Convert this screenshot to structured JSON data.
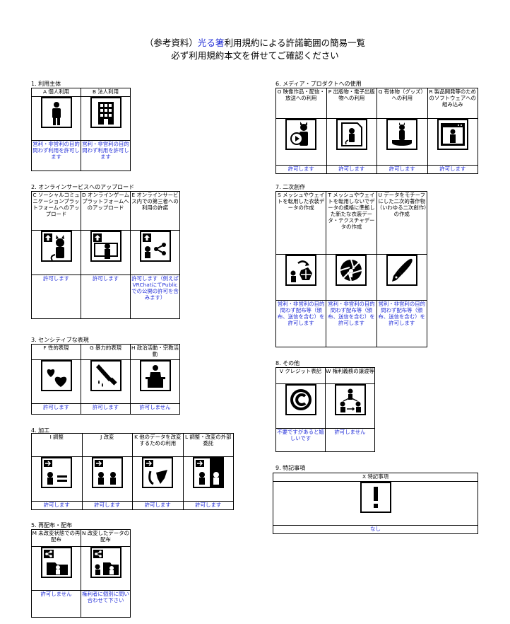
{
  "header": {
    "line1_pre": "（参考資料）",
    "line1_link": "光る箸",
    "line1_post": "利用規約による許諾範囲の簡易一覧",
    "line2": "必ず利用規約本文を併せてご確認ください"
  },
  "sections": {
    "s1": {
      "title": "1. 利用主体",
      "items": [
        {
          "label": "A 個人利用",
          "icon": "person-icon",
          "status": "営利・非営利の目的問わず利用を許可します"
        },
        {
          "label": "B 法人利用",
          "icon": "building-icon",
          "status": "営利・非営利の目的問わず利用を許可します"
        }
      ]
    },
    "s2": {
      "title": "2. オンラインサービスへのアップロード",
      "items": [
        {
          "label": "C ソーシャルコミュニケーションプラットフォームへのアップロード",
          "icon": "upload-avatar-icon",
          "status": "許可します"
        },
        {
          "label": "D オンラインゲームプラットフォームへのアップロード",
          "icon": "upload-monitor-icon",
          "status": "許可します"
        },
        {
          "label": "E オンラインサービス内での第三者への利用の許諾",
          "icon": "share-avatar-icon",
          "status": "許可します（例えばVRChatにてPublicでの公開の許可を含みます）"
        }
      ]
    },
    "s3": {
      "title": "3. センシティブな表現",
      "items": [
        {
          "label": "F 性的表現",
          "icon": "hearts-icon",
          "status": "許可します"
        },
        {
          "label": "G 暴力的表現",
          "icon": "knife-icon",
          "status": "許可します"
        },
        {
          "label": "H 政治活動・宗教活動",
          "icon": "podium-icon",
          "status": "許可しません"
        }
      ]
    },
    "s4": {
      "title": "4. 加工",
      "items": [
        {
          "label": "I 調整",
          "icon": "adjust-icon",
          "status": "許可します"
        },
        {
          "label": "J 改変",
          "icon": "modify-icon",
          "status": "許可します"
        },
        {
          "label": "K 他のデータを改変するための利用",
          "icon": "modify-other-icon",
          "status": "許可します"
        },
        {
          "label": "L 調整・改変の外部委託",
          "icon": "outsource-icon",
          "status": "許可します"
        }
      ]
    },
    "s5": {
      "title": "5. 再配布・配布",
      "items": [
        {
          "label": "M 未改変状態での再配布",
          "icon": "redistribute-icon",
          "status": "許可しません"
        },
        {
          "label": "N 改変したデータの配布",
          "icon": "distribute-modified-icon",
          "status": "権利者に個別に問い合わせて下さい"
        }
      ]
    },
    "s6": {
      "title": "6. メディア・プロダクトへの使用",
      "items": [
        {
          "label": "O 映像作品・配信・放送への利用",
          "icon": "video-icon",
          "status": "許可します"
        },
        {
          "label": "P 出版物・電子出版物への利用",
          "icon": "publication-icon",
          "status": "許可します"
        },
        {
          "label": "Q 有体物（グッズ）への利用",
          "icon": "goods-icon",
          "status": "許可します"
        },
        {
          "label": "R 製品開発等のためのソフトウェアへの組み込み",
          "icon": "software-icon",
          "status": "許可します"
        }
      ]
    },
    "s7": {
      "title": "7. 二次創作",
      "items": [
        {
          "label": "S メッシュやウェイトを転用した衣装データの作成",
          "icon": "recycle-icon",
          "status": "営利・非営利の目的問わず配布等（頒布、送信を含む）を許可します"
        },
        {
          "label": "T メッシュやウェイトを転用しないでデータの規格に準拠した新たな衣装データ・テクスチャデータの作成",
          "icon": "aperture-icon",
          "status": "営利・非営利の目的問わず配布等（頒布、送信を含む）を許可します"
        },
        {
          "label": "U データをモチーフにした二次的著作物（いわゆる二次創作）の作成",
          "icon": "pen-icon",
          "status": "営利・非営利の目的問わず配布等（頒布、送信を含む）を許可します"
        }
      ]
    },
    "s8": {
      "title": "8. その他",
      "items": [
        {
          "label": "V クレジット表記",
          "icon": "copyright-icon",
          "status": "不要ですがあると嬉しいです"
        },
        {
          "label": "W 権利義務の譲渡等",
          "icon": "transfer-icon",
          "status": "許可しません"
        }
      ]
    },
    "s9": {
      "title": "9. 特記事項",
      "items": [
        {
          "label": "X 特記事項",
          "icon": "exclamation-icon",
          "status": "なし"
        }
      ]
    }
  }
}
